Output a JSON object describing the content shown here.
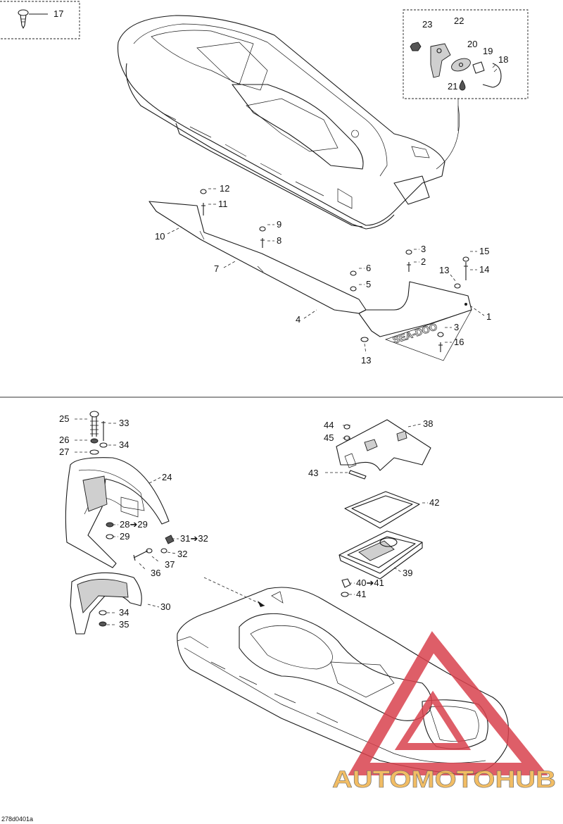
{
  "diagram": {
    "reference": "278d0401a",
    "watermark": "AUTOMOTOHUB",
    "colors": {
      "line": "#1a1a1a",
      "watermark_red": "#d9434e",
      "watermark_gold": "#f0b24a",
      "watermark_gray": "#555555"
    },
    "callouts": {
      "c1": "1",
      "c2": "2",
      "c3a": "3",
      "c3b": "3",
      "c4": "4",
      "c5": "5",
      "c6": "6",
      "c7": "7",
      "c8": "8",
      "c9": "9",
      "c10": "10",
      "c11": "11",
      "c12": "12",
      "c13a": "13",
      "c13b": "13",
      "c14": "14",
      "c15": "15",
      "c16": "16",
      "c17": "17",
      "c18": "18",
      "c19": "19",
      "c20": "20",
      "c21": "21",
      "c22": "22",
      "c23": "23",
      "c24": "24",
      "c25": "25",
      "c26": "26",
      "c27": "27",
      "c28": "28➔29",
      "c29": "29",
      "c30": "30",
      "c31": "31➔32",
      "c32": "32",
      "c33": "33",
      "c34a": "34",
      "c34b": "34",
      "c35": "35",
      "c36": "36",
      "c37": "37",
      "c38": "38",
      "c39": "39",
      "c40": "40➔41",
      "c41": "41",
      "c42": "42",
      "c43": "43",
      "c44": "44",
      "c45": "45"
    },
    "decal_text": "SEA-DOO"
  }
}
